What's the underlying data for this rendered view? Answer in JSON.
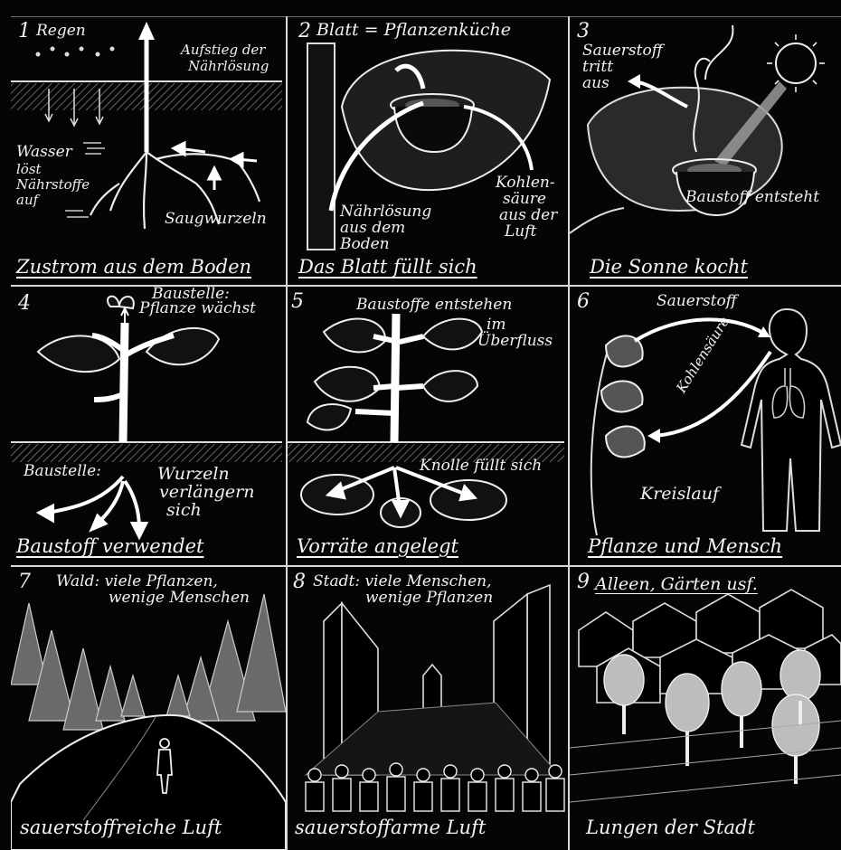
{
  "colors": {
    "background": "#050505",
    "chalk": "#f0f0f0",
    "hatch": "#9a9a9a"
  },
  "panels": [
    {
      "number": "1",
      "labels": [
        "Regen",
        "Aufstieg der",
        "Nährlösung",
        "Wasser",
        "löst",
        "Nährstoffe",
        "auf",
        "Saugwurzeln"
      ],
      "caption": "Zustrom aus dem Boden"
    },
    {
      "number": "2",
      "title": "Blatt = Pflanzenküche",
      "labels": [
        "Nährlösung",
        "aus dem",
        "Boden",
        "Kohlen-",
        "säure",
        "aus der",
        "Luft"
      ],
      "caption": "Das Blatt füllt sich"
    },
    {
      "number": "3",
      "labels": [
        "Sauerstoff",
        "tritt",
        "aus",
        "Baustoff entsteht"
      ],
      "caption": "Die Sonne kocht"
    },
    {
      "number": "4",
      "labels": [
        "Baustelle:",
        "Pflanze wächst",
        "Baustelle:",
        "Wurzeln",
        "verlängern",
        "sich"
      ],
      "caption": "Baustoff verwendet"
    },
    {
      "number": "5",
      "labels": [
        "Baustoffe entstehen",
        "im",
        "Überfluss",
        "Knolle füllt sich"
      ],
      "caption": "Vorräte angelegt"
    },
    {
      "number": "6",
      "labels": [
        "Sauerstoff",
        "Kohlensäure",
        "Kreislauf"
      ],
      "caption": "Pflanze und Mensch"
    },
    {
      "number": "7",
      "labels": [
        "Wald: viele Pflanzen,",
        "wenige Menschen"
      ],
      "caption": "sauerstoffreiche Luft"
    },
    {
      "number": "8",
      "labels": [
        "Stadt: viele Menschen,",
        "wenige Pflanzen"
      ],
      "caption": "sauerstoffarme Luft"
    },
    {
      "number": "9",
      "title": "Alleen, Gärten usf.",
      "caption": "Lungen der Stadt"
    }
  ]
}
